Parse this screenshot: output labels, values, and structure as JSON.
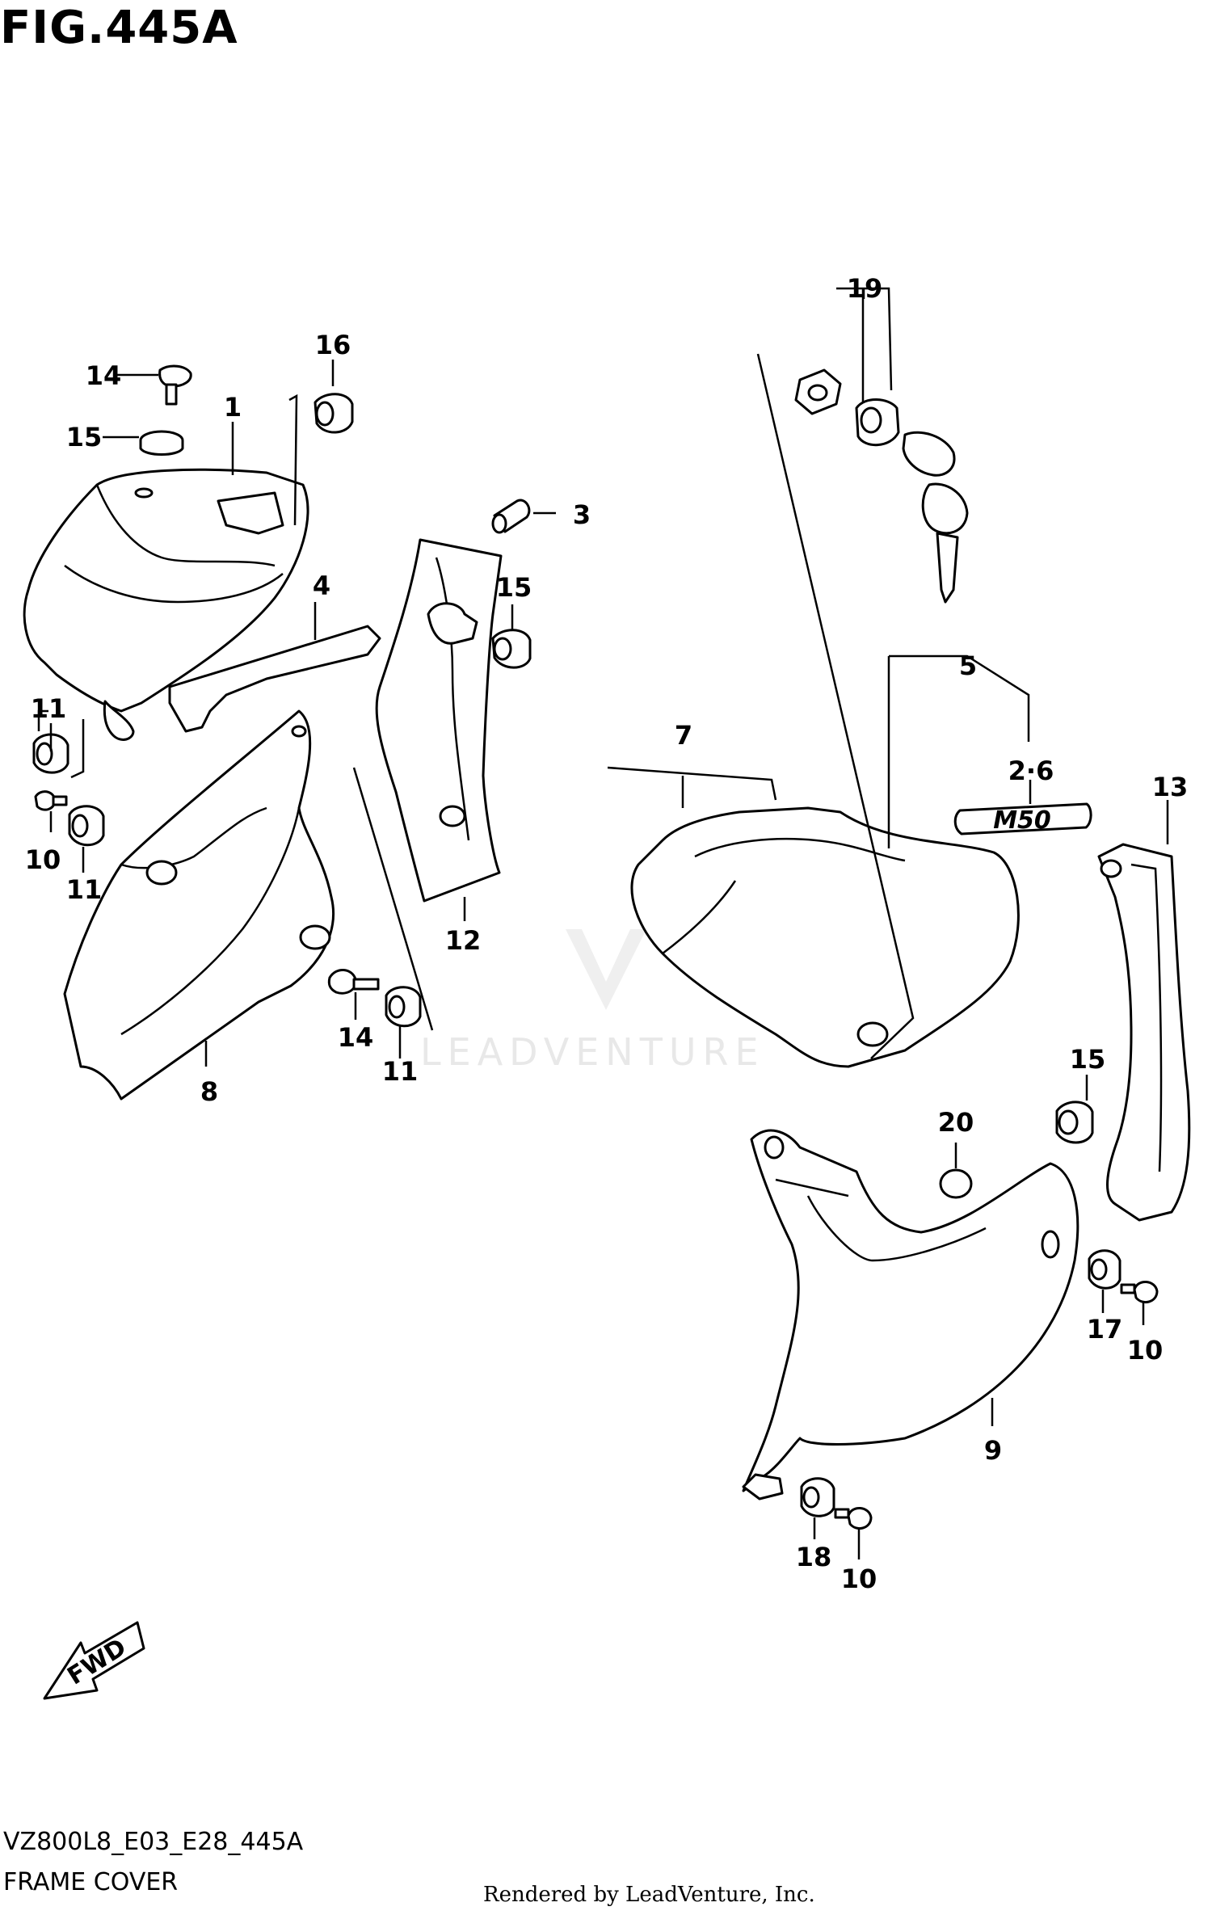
{
  "figure": {
    "title": "FIG.445A",
    "model_code": "VZ800L8_E03_E28_445A",
    "name": "FRAME COVER",
    "rendered_by": "Rendered by LeadVenture, Inc.",
    "watermark": "LEADVENTURE",
    "fwd_label": "FWD",
    "emblem_text": "M50"
  },
  "callouts": [
    {
      "id": "c-19",
      "text": "19"
    },
    {
      "id": "c-16",
      "text": "16"
    },
    {
      "id": "c-14a",
      "text": "14"
    },
    {
      "id": "c-1",
      "text": "1"
    },
    {
      "id": "c-15a",
      "text": "15"
    },
    {
      "id": "c-3",
      "text": "3"
    },
    {
      "id": "c-4",
      "text": "4"
    },
    {
      "id": "c-15b",
      "text": "15"
    },
    {
      "id": "c-5",
      "text": "5"
    },
    {
      "id": "c-11a",
      "text": "11"
    },
    {
      "id": "c-7",
      "text": "7"
    },
    {
      "id": "c-2-6",
      "text": "2·6"
    },
    {
      "id": "c-13",
      "text": "13"
    },
    {
      "id": "c-10a",
      "text": "10"
    },
    {
      "id": "c-11b",
      "text": "11"
    },
    {
      "id": "c-12",
      "text": "12"
    },
    {
      "id": "c-14b",
      "text": "14"
    },
    {
      "id": "c-11c",
      "text": "11"
    },
    {
      "id": "c-15c",
      "text": "15"
    },
    {
      "id": "c-8",
      "text": "8"
    },
    {
      "id": "c-20",
      "text": "20"
    },
    {
      "id": "c-17",
      "text": "17"
    },
    {
      "id": "c-10b",
      "text": "10"
    },
    {
      "id": "c-9",
      "text": "9"
    },
    {
      "id": "c-18",
      "text": "18"
    },
    {
      "id": "c-10c",
      "text": "10"
    }
  ]
}
